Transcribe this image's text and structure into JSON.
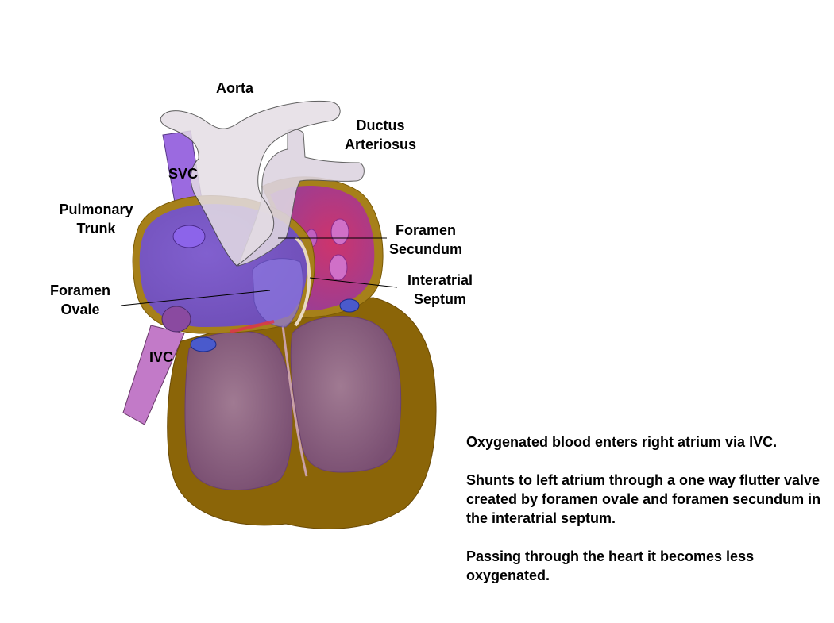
{
  "labels": {
    "aorta": "Aorta",
    "ductus_line1": "Ductus",
    "ductus_line2": "Arteriosus",
    "svc": "SVC",
    "pulmonary_line1": "Pulmonary",
    "pulmonary_line2": "Trunk",
    "foramen_secundum_line1": "Foramen",
    "foramen_secundum_line2": "Secundum",
    "foramen_ovale_line1": "Foramen",
    "foramen_ovale_line2": "Ovale",
    "interatrial_line1": "Interatrial",
    "interatrial_line2": "Septum",
    "ivc": "IVC"
  },
  "caption": {
    "p1": "Oxygenated blood enters  right atrium via  IVC.",
    "p2": "Shunts to  left atrium through a one way flutter valve created by foramen ovale and foramen secundum in the interatrial septum.",
    "p3": "Passing through the heart it becomes less oxygenated."
  },
  "colors": {
    "heart_outer": "#8b6508",
    "ventricle": "#8a5f7e",
    "right_atrium": "#7b55cf",
    "left_atrium": "#b03a8a",
    "svc": "#9b6ae0",
    "ivc": "#c27ac8",
    "aorta": "#e4dde4"
  }
}
